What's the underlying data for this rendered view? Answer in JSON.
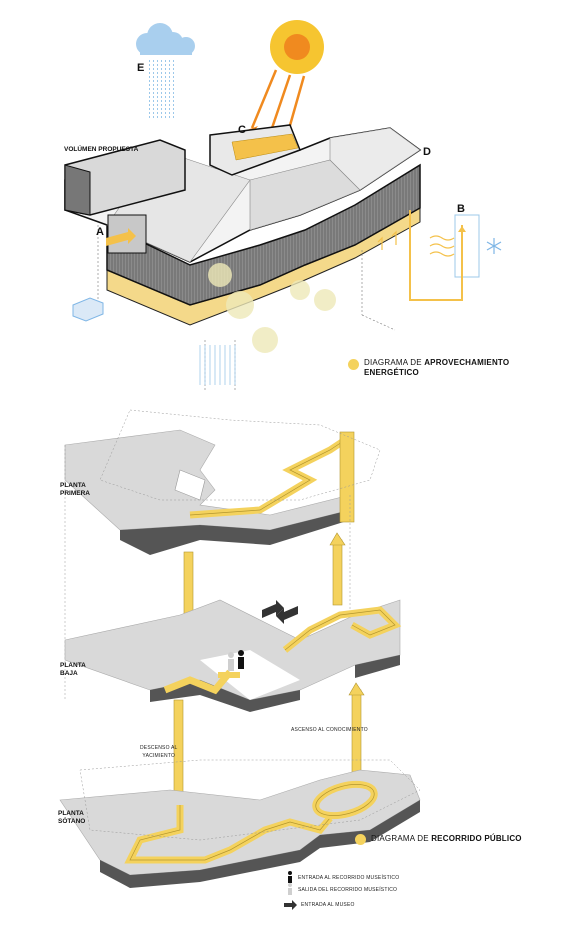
{
  "top_diagram": {
    "volume_label": "VOLÚMEN PROPUESTA",
    "letters": {
      "a": "A",
      "b": "B",
      "c": "C",
      "d": "D",
      "e": "E"
    },
    "legend_prefix": "DIAGRAMA DE ",
    "legend_bold": "APROVECHAMIENTO",
    "legend_line2": "ENERGÉTICO"
  },
  "bottom_diagram": {
    "floor_first": [
      "PLANTA",
      "PRIMERA"
    ],
    "floor_ground": [
      "PLANTA",
      "BAJA"
    ],
    "floor_basement": [
      "PLANTA",
      "SÓTANO"
    ],
    "descent_label": [
      "DESCENSO AL",
      "YACIMIENTO"
    ],
    "ascent_label": "ASCENSO AL CONOCIMIENTO",
    "legend_prefix": "DIAGRAMA DE ",
    "legend_bold": "RECORRIDO PÚBLICO",
    "key": {
      "entry": "ENTRADA AL RECORRIDO MUSEÍSTICO",
      "exit": "SALIDA DEL RECORRIDO MUSEÍSTICO",
      "museum": "ENTRADA AL MUSEO"
    }
  },
  "colors": {
    "accent_yellow": "#f4d25d",
    "sun_orange": "#f08a1f",
    "sky_blue": "#9cc8ea"
  }
}
